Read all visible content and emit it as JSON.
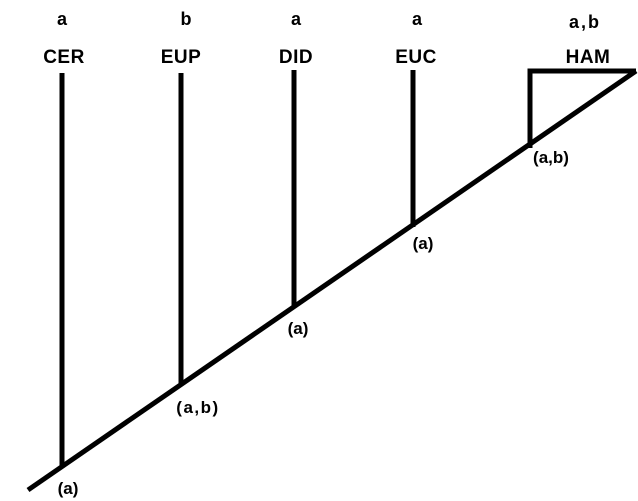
{
  "taxa": [
    {
      "name": "CER",
      "state": "a"
    },
    {
      "name": "EUP",
      "state": "b"
    },
    {
      "name": "DID",
      "state": "a"
    },
    {
      "name": "EUC",
      "state": "a"
    },
    {
      "name": "HAM",
      "state": "a,b"
    }
  ],
  "nodes": [
    {
      "label": "(a)"
    },
    {
      "label": "(a,b)"
    },
    {
      "label": "(a)"
    },
    {
      "label": "(a)"
    },
    {
      "label": "(a,b)"
    }
  ]
}
